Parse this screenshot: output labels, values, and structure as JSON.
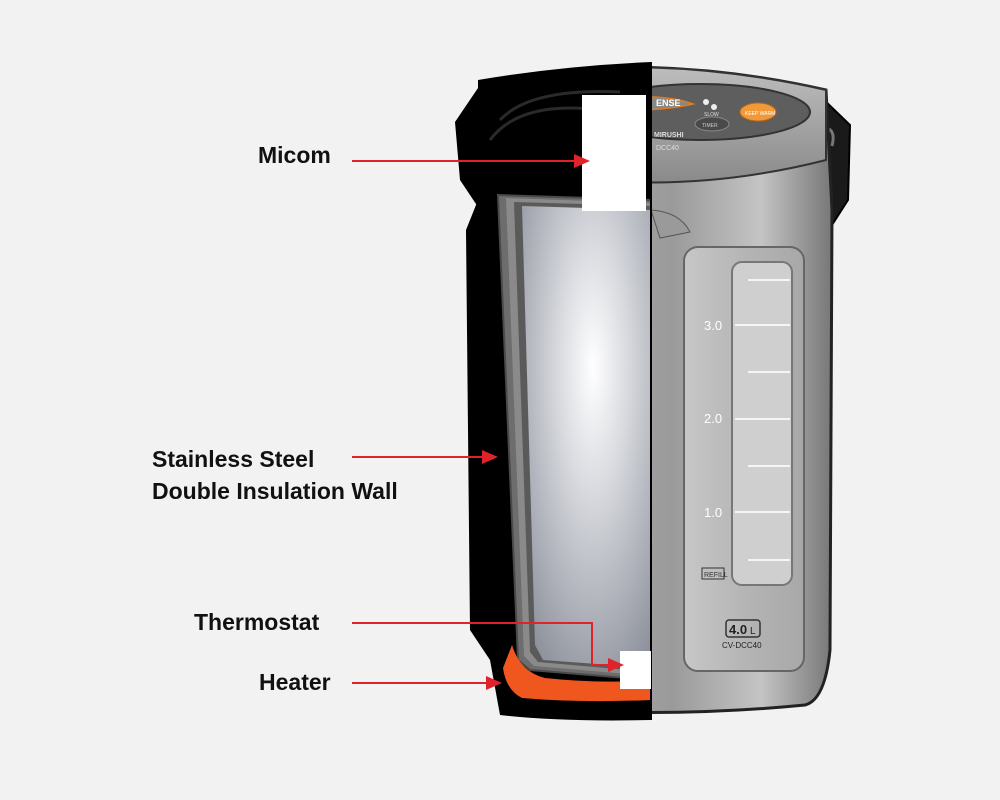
{
  "labels": {
    "micom": "Micom",
    "wall_line1": "Stainless Steel",
    "wall_line2": "Double Insulation Wall",
    "thermostat": "Thermostat",
    "heater": "Heater"
  },
  "panel": {
    "brand_text": "ENSE",
    "brand_sub": "MIRUSHI",
    "model_small": "DCC40",
    "button_keep_warm": "KEEP WARM",
    "button_timer": "TIMER",
    "indicator_label": "SLOW"
  },
  "gauge": {
    "marks": [
      "3.0",
      "2.0",
      "1.0"
    ],
    "refill": "REFILL",
    "capacity_number": "4.0",
    "capacity_unit": "L",
    "model": "CV-DCC40"
  },
  "colors": {
    "arrow": "#e0222b",
    "heater": "#f0571e",
    "background": "#f2f2f2",
    "body_shell": "#000000"
  }
}
